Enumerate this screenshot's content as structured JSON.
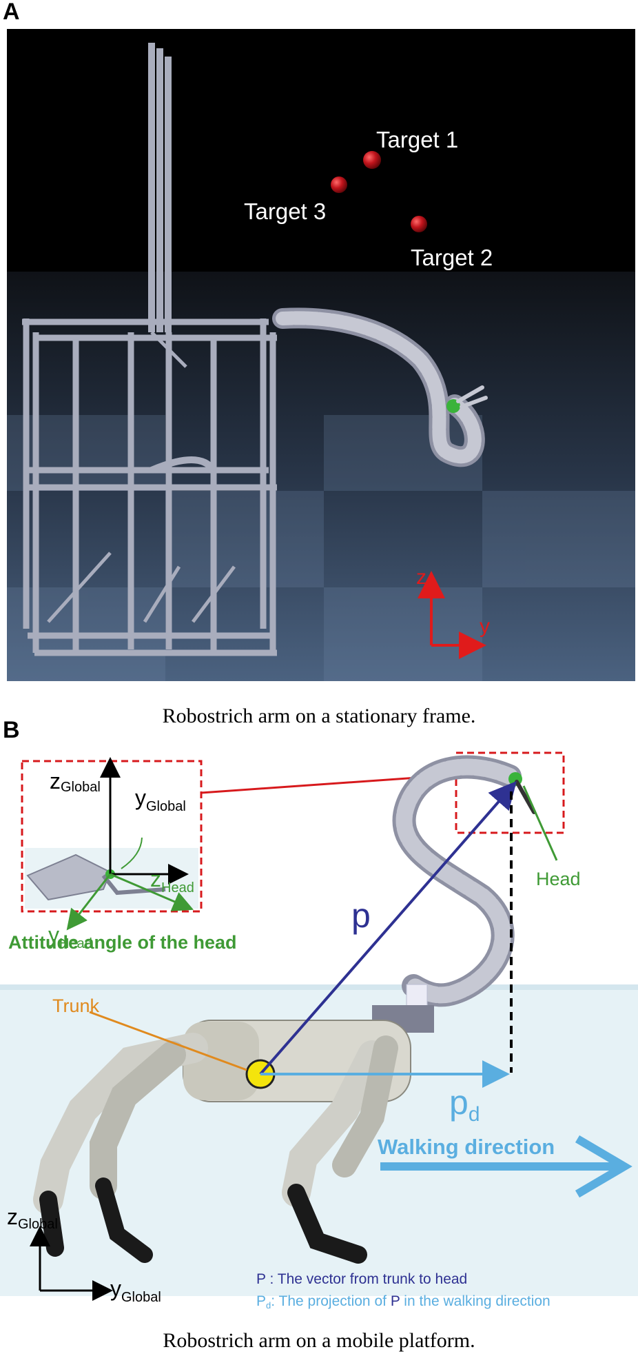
{
  "panel_a": {
    "letter": "A",
    "targets": [
      "Target 1",
      "Target 3",
      "Target 2"
    ],
    "axes": {
      "z": "z",
      "y": "y"
    },
    "caption": "Robostrich arm on a stationary frame."
  },
  "panel_b": {
    "letter": "B",
    "inset": {
      "z_global": "z",
      "z_global_sub": "Global",
      "y_global": "y",
      "y_global_sub": "Global",
      "z_head": "z",
      "z_head_sub": "Head",
      "y_head": "y",
      "y_head_sub": "Head",
      "title": "Attitude angle of the head"
    },
    "labels": {
      "head": "Head",
      "trunk": "Trunk",
      "p": "p",
      "pd": "p",
      "pd_sub": "d",
      "walking": "Walking direction"
    },
    "axes": {
      "z": "z",
      "z_sub": "Global",
      "y": "y",
      "y_sub": "Global"
    },
    "legend": {
      "p_line_symbol": "P",
      "p_line_text": " : The vector from trunk to head",
      "pd_line_symbol": "P",
      "pd_line_sub": "d",
      "pd_line_text": ": The projection of ",
      "pd_line_p": "P",
      "pd_line_rest": " in the walking direction"
    },
    "caption": "Robostrich arm on a mobile platform."
  },
  "colors": {
    "target_red": "#b3141c",
    "axis_red": "#e01b1b",
    "green": "#3f9a35",
    "navy": "#2e3192",
    "light_blue": "#5aaee0",
    "orange": "#e08a1e",
    "dashed_red": "#d7191c"
  }
}
